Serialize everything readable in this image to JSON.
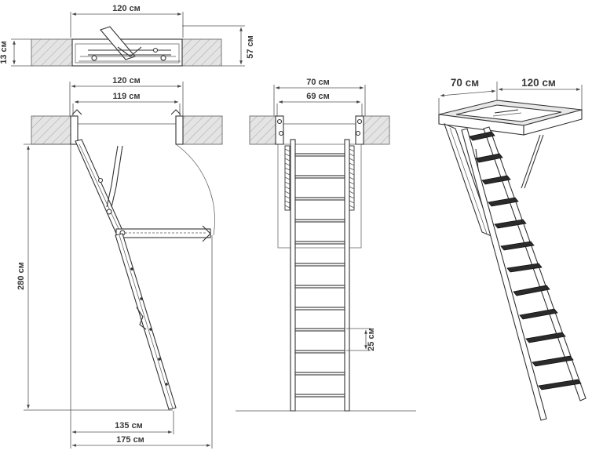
{
  "dimensions": {
    "top_width": "120 см",
    "top_height_right": "57 см",
    "top_height_left": "13 см",
    "side_opening_outer": "120 см",
    "side_opening_inner": "119 см",
    "side_height": "280 см",
    "side_base_inner": "135 см",
    "side_base_outer": "175 см",
    "front_width_outer": "70 см",
    "front_width_inner": "69 см",
    "front_step_pitch": "25 см",
    "iso_width": "70 см",
    "iso_length": "120 см"
  }
}
